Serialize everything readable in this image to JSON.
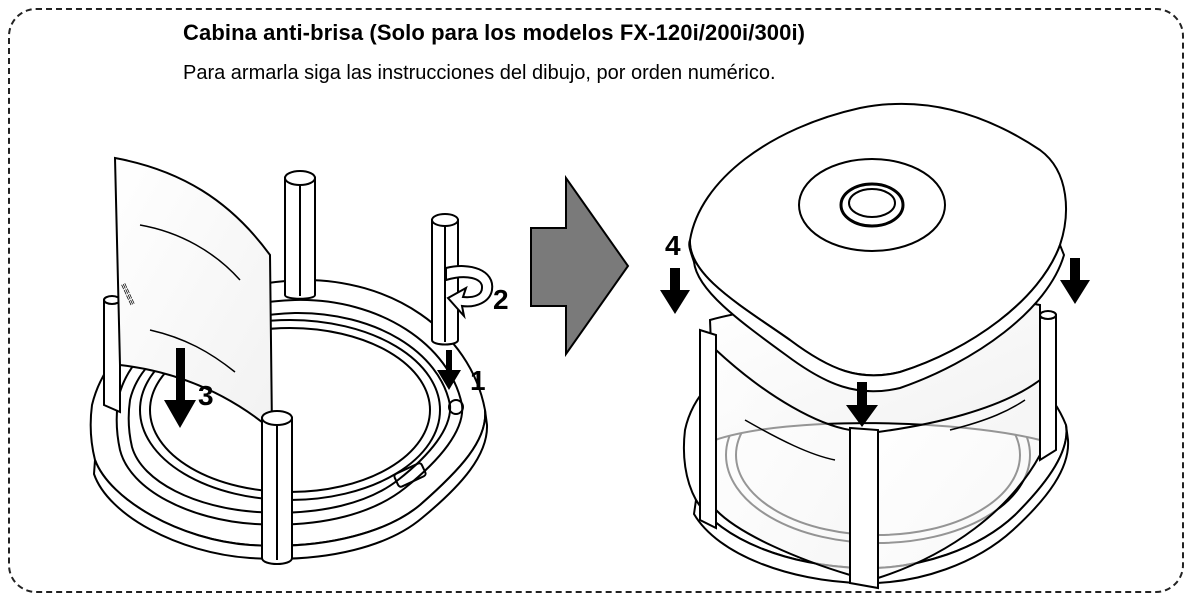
{
  "header": {
    "title": "Cabina anti-brisa (Solo para los modelos FX-120i/200i/300i)",
    "subtitle": "Para armarla siga las instrucciones del dibujo, por orden numérico."
  },
  "steps": [
    "1",
    "2",
    "3",
    "4"
  ],
  "colors": {
    "line": "#000000",
    "transition_arrow": "#7a7a7a",
    "background": "#ffffff"
  }
}
